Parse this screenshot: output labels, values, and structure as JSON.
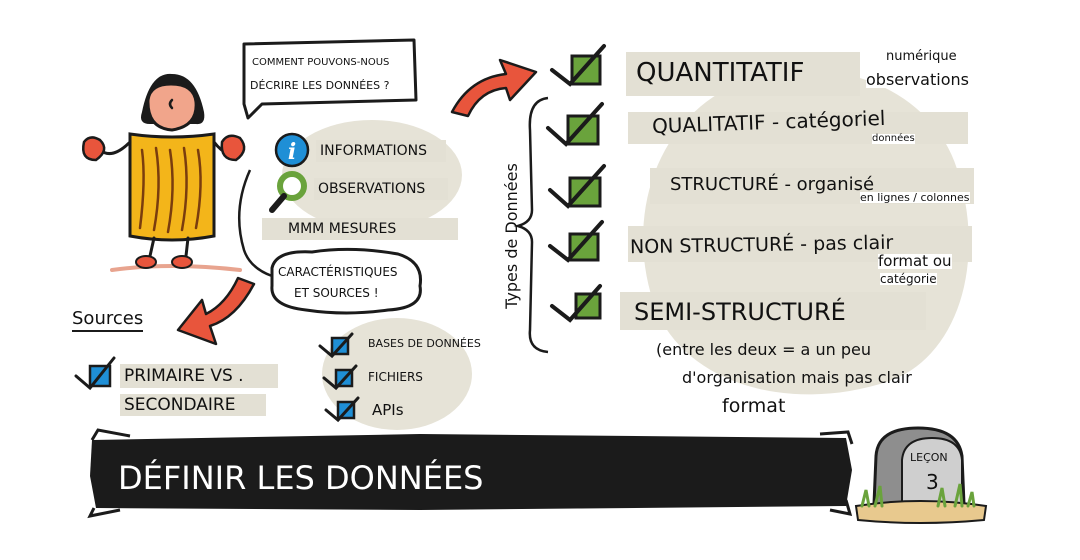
{
  "speech_bubble": {
    "line1": "COMMENT POUVONS-NOUS",
    "line2": "DÉCRIRE LES DONNÉES ?"
  },
  "info_items": [
    {
      "label": "INFORMATIONS",
      "icon": "info-icon"
    },
    {
      "label": "OBSERVATIONS",
      "icon": "magnifier-icon"
    },
    {
      "label": "MMM MESURES",
      "icon": ""
    }
  ],
  "characteristics_bubble": {
    "line1": "CARACTÉRISTIQUES",
    "line2": "ET SOURCES !"
  },
  "sources": {
    "title": "Sources",
    "primary_line1": "PRIMAIRE VS .",
    "primary_line2": "SECONDAIRE",
    "items": [
      "BASES DE DONNÉES",
      "FICHIERS",
      "APIs"
    ]
  },
  "types": {
    "title": "Types de Données",
    "items": [
      {
        "label": "QUANTITATIF",
        "note_lines": [
          "numérique",
          "observations"
        ]
      },
      {
        "label": "QUALITATIF - catégoriel",
        "note_lines": [
          "données"
        ]
      },
      {
        "label": "STRUCTURÉ - organisé",
        "note_lines": [
          "en lignes / colonnes"
        ]
      },
      {
        "label": "NON STRUCTURÉ - pas clair",
        "note_lines": [
          "format ou",
          "catégorie"
        ]
      },
      {
        "label": "SEMI-STRUCTURÉ",
        "note_lines": [
          "(entre les deux = a un peu",
          "d'organisation mais pas clair",
          "format"
        ]
      }
    ]
  },
  "banner": {
    "title": "DÉFINIR LES DONNÉES"
  },
  "lesson": {
    "label": "LEÇON",
    "number": "3"
  },
  "colors": {
    "check_green": "#6aa33c",
    "sources_blue": "#1f8fd6",
    "arrow_red": "#e8553c",
    "dress_yellow": "#f3b51a",
    "skin": "#f1a58b",
    "mitten": "#e8553c",
    "stone_gray": "#8e8e8e",
    "wash": "#e6e3d7"
  }
}
